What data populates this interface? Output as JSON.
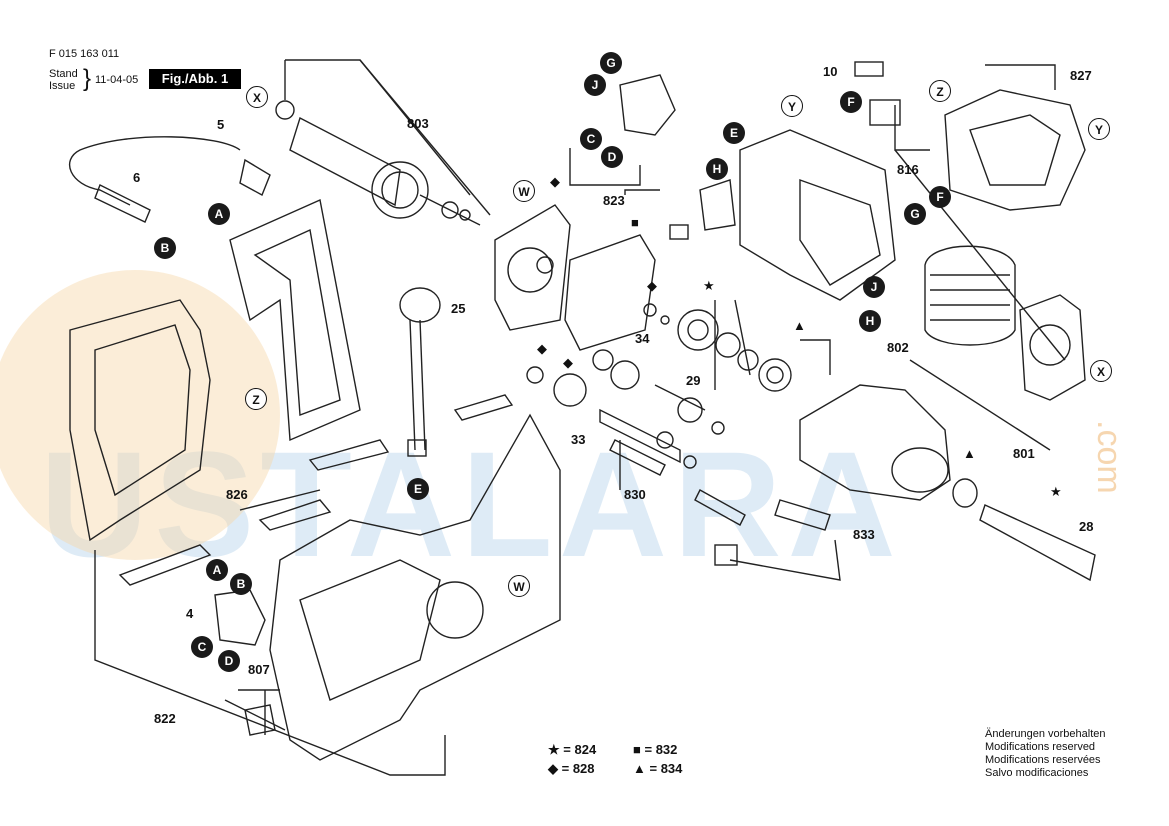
{
  "header": {
    "part_number": "F 015 163 011",
    "stand_label": "Stand",
    "issue_label": "Issue",
    "date": "11-04-05",
    "figure_label": "Fig./Abb. 1"
  },
  "watermark": {
    "text": "USTALARA",
    "suffix": ".com"
  },
  "part_numbers": [
    "803",
    "827",
    "10",
    "5",
    "6",
    "823",
    "816",
    "25",
    "802",
    "34",
    "29",
    "33",
    "830",
    "826",
    "801",
    "833",
    "28",
    "4",
    "807",
    "822"
  ],
  "callouts_filled": [
    "G",
    "J",
    "C",
    "D",
    "E",
    "A",
    "B",
    "F",
    "H",
    "F",
    "H",
    "G",
    "F",
    "J",
    "H",
    "E",
    "A",
    "B",
    "C",
    "D"
  ],
  "callouts_outline": [
    "X",
    "Y",
    "Z",
    "W",
    "Z",
    "X",
    "W"
  ],
  "legend": [
    {
      "symbol": "★",
      "label": "= 824"
    },
    {
      "symbol": "■",
      "label": "= 832"
    },
    {
      "symbol": "◆",
      "label": "= 828"
    },
    {
      "symbol": "▲",
      "label": "= 834"
    }
  ],
  "disclaimer": [
    "Änderungen vorbehalten",
    "Modifications reserved",
    "Modifications reservées",
    "Salvo modificaciones"
  ],
  "colors": {
    "ink": "#111111",
    "watermark_blue": "#c4dcef",
    "watermark_orange": "#f3c690"
  }
}
